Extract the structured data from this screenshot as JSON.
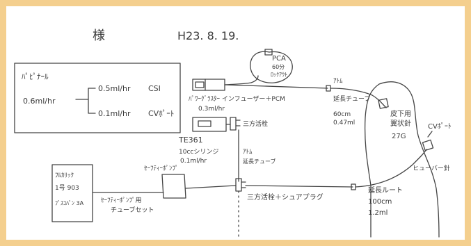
{
  "header": {
    "sama": "様",
    "date": "H23. 8. 19."
  },
  "med_box": {
    "title": "ﾊﾟﾋﾟﾅｰﾙ",
    "rate_total": "0.6ml/hr",
    "rate_csi": "0.5ml/hr",
    "dest_csi": "CSI",
    "rate_cv": "0.1ml/hr",
    "dest_cv": "CVﾎﾟｰﾄ"
  },
  "pca": {
    "name": "PCA",
    "volume": "60分",
    "lockout": "ﾛｯｸｱｳﾄ"
  },
  "pump": {
    "name": "ﾊﾟﾜｰｸﾞﾗｽﾀｰ インフューザー＋PCM",
    "rate": "0.3ml/hr"
  },
  "ext_tube_upper": {
    "brand": "ｱﾄﾑ",
    "name": "延長チューブ",
    "length": "60cm",
    "volume": "0.47ml"
  },
  "subq": {
    "name": "皮下用",
    "needle": "翼状針",
    "gauge": "27G"
  },
  "te361": {
    "name": "TE361",
    "syringe": "10ccシリンジ",
    "rate": "0.1ml/hr"
  },
  "stopcock_top": {
    "label": "三方活栓"
  },
  "atom_vertical": {
    "brand": "ｱﾄﾑ",
    "name": "延長チューブ"
  },
  "cv_port": {
    "label": "CVﾎﾟｰﾄ",
    "needle": "ヒューバー針"
  },
  "bag": {
    "line1": "ﾌﾙｶﾘｯｸ",
    "line2": "1号 903",
    "line3": "ﾌﾞｽｺﾊﾟﾝ 3A"
  },
  "safety_pump": {
    "label": "ｾｰﾌﾃｨｰﾎﾟﾝﾌﾟ"
  },
  "pump_tube": {
    "line1": "ｾｰﾌﾃｨｰﾎﾟﾝﾌﾟ用",
    "line2": "チューブセット"
  },
  "stopcock_bottom": {
    "label": "三方活栓＋シュアプラグ"
  },
  "ext_route": {
    "name": "延長ルート",
    "length": "100cm",
    "volume": "1.2ml"
  }
}
